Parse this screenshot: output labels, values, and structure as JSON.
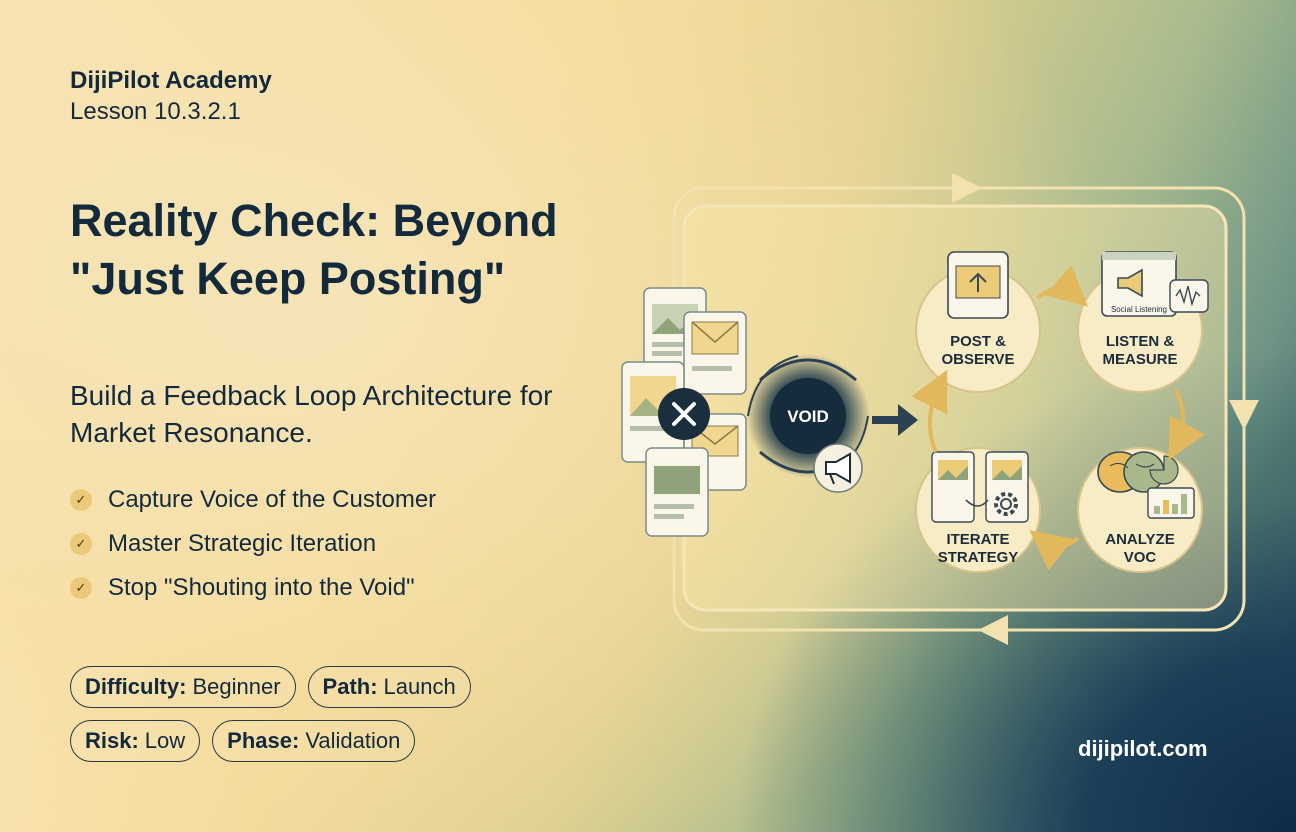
{
  "brand": {
    "name": "DijiPilot Academy",
    "lesson": "Lesson 10.3.2.1"
  },
  "title": "Reality Check: Beyond \"Just Keep Posting\"",
  "subtitle": "Build a Feedback Loop Architecture for Market Resonance.",
  "bullets": [
    "Capture Voice of the Customer",
    "Master Strategic Iteration",
    "Stop \"Shouting into the Void\""
  ],
  "tags": [
    {
      "key": "Difficulty:",
      "value": "Beginner"
    },
    {
      "key": "Path:",
      "value": "Launch"
    },
    {
      "key": "Risk:",
      "value": "Low"
    },
    {
      "key": "Phase:",
      "value": "Validation"
    }
  ],
  "diagram": {
    "void_label": "VOID",
    "social_listening": "Social Listening",
    "nodes": [
      {
        "line1": "POST &",
        "line2": "OBSERVE"
      },
      {
        "line1": "LISTEN &",
        "line2": "MEASURE"
      },
      {
        "line1": "ANALYZE",
        "line2": "VOC"
      },
      {
        "line1": "ITERATE",
        "line2": "STRATEGY"
      }
    ]
  },
  "site": "dijipilot.com",
  "colors": {
    "navy": "#132a3c",
    "gold": "#e4b85c",
    "panel": "#f7e4a8"
  }
}
